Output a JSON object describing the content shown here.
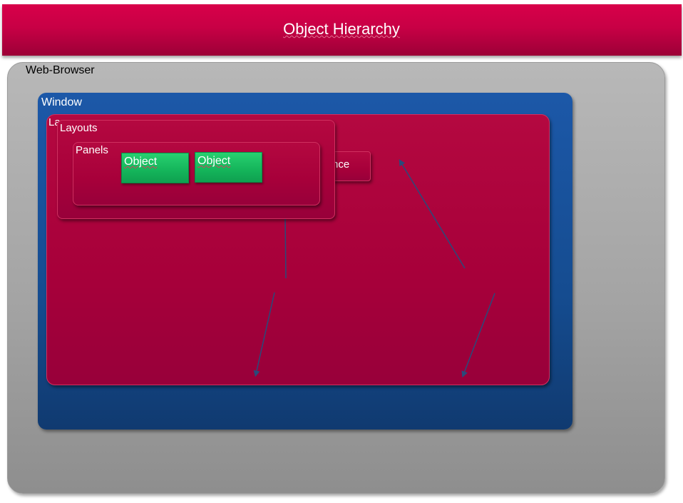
{
  "header": {
    "title": "Object Hierarchy"
  },
  "diagram": {
    "browser_label": "Web-Browser",
    "window_label": "Window",
    "layouts_back_label": "La",
    "layouts_label": "Layouts",
    "instance_label": "nce",
    "panels_label": "Panels",
    "objects": [
      "Object",
      "Object"
    ]
  },
  "colors": {
    "title_bar": "#c80045",
    "browser": "#a4a4a4",
    "window": "#154c90",
    "layouts": "#a7003a",
    "object": "#14b45a",
    "arrow": "#2a4a7a"
  }
}
